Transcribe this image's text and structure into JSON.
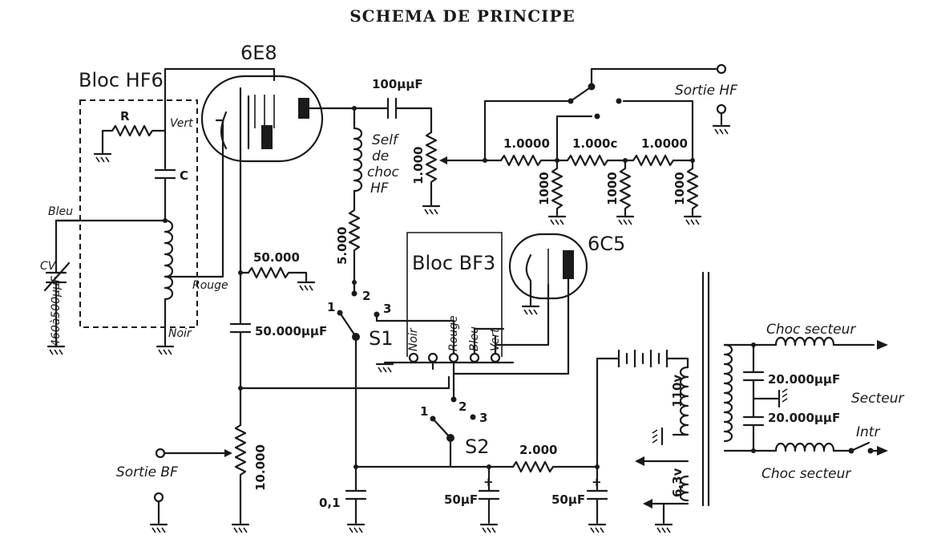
{
  "title": "SCHEMA DE PRINCIPE",
  "tubes": {
    "t1": "6E8",
    "t2": "6C5"
  },
  "blocks": {
    "hf": "Bloc HF6",
    "bf": "Bloc BF3"
  },
  "wire_colors": {
    "vert": "Vert",
    "bleu": "Bleu",
    "rouge": "Rouge",
    "noir": "Noir"
  },
  "components": {
    "r": "R",
    "c": "C",
    "cv": "CV",
    "cv_range": "460à500μμF",
    "c_coupling": "100μμF",
    "self_choc": [
      "Self",
      "de",
      "choc",
      "HF"
    ],
    "pot_hf": "1.000",
    "r_ladder_1": "1.0000",
    "r_ladder_2": "1.000c",
    "r_ladder_3": "1.0000",
    "r_shunt": "1000",
    "r_50k": "50.000",
    "c_50k": "50.000μμF",
    "r_5000": "5.000",
    "pot_bf": "10.000",
    "c_01": "0,1",
    "r_2000": "2.000",
    "c_50u_1": "50μF",
    "c_50u_2": "50μF",
    "c_20k_1": "20.000μμF",
    "c_20k_2": "20.000μμF",
    "v110": "110v",
    "v63": "6,3v"
  },
  "switches": {
    "s1": "S1",
    "s2": "S2"
  },
  "positions": {
    "p1": "1",
    "p2": "2",
    "p3": "3"
  },
  "labels": {
    "sortie_hf": "Sortie HF",
    "sortie_bf": "Sortie BF",
    "choc_secteur_1": "Choc secteur",
    "choc_secteur_2": "Choc secteur",
    "secteur": "Secteur",
    "inter": "Intr"
  }
}
